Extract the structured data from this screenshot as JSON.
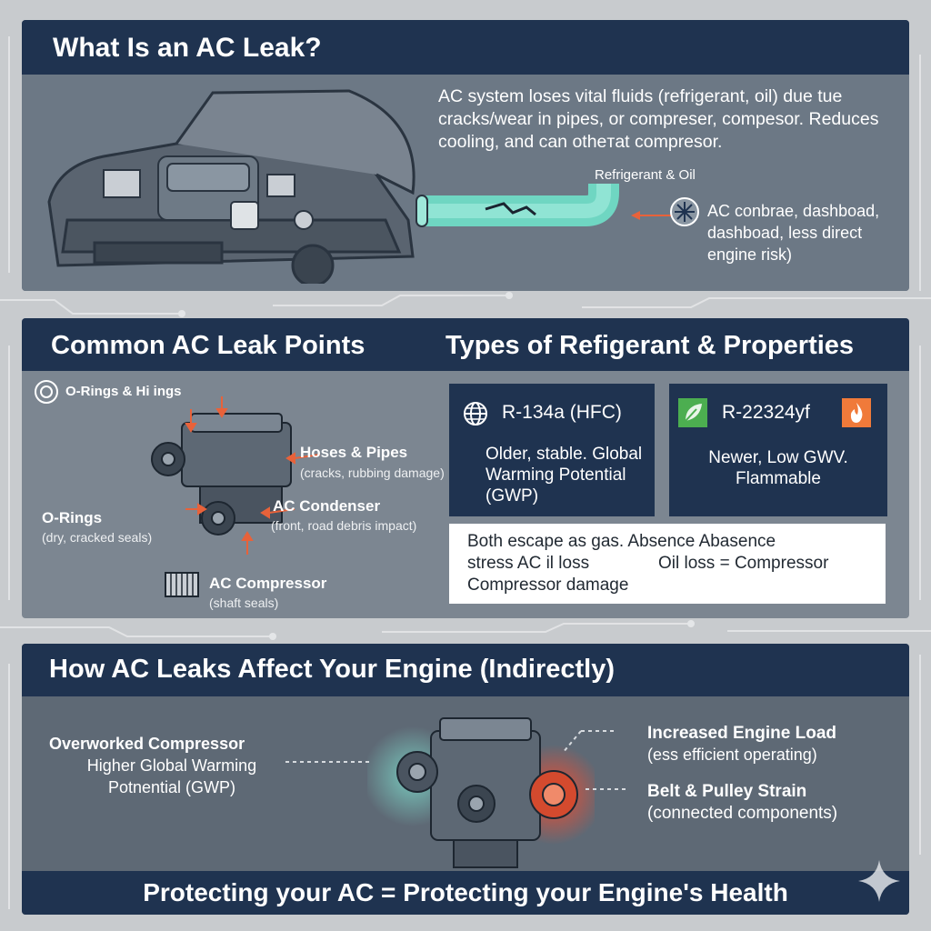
{
  "section1": {
    "title": "What Is an AC Leak?",
    "description": "AC system loses vital fluids (refrigerant, oil) due tue cracks/wear in pipes, or compreser, compesor. Reduces cooling, and can otheтat compresor.",
    "pipe_label": "Refrigerant & Oil",
    "side_note": "AC conbrae, dashboad, dashboad, less direct engine risk)"
  },
  "section2": {
    "title_left": "Common AC Leak Points",
    "title_right": "Types of Refigerant & Properties",
    "leak_points": [
      {
        "label": "O-Rings & Hi ings",
        "sub": ""
      },
      {
        "label": "Hoses & Pipes",
        "sub": "(cracks, rubbing damage)"
      },
      {
        "label": "AC Condenser",
        "sub": "(front, road debris impact)"
      },
      {
        "label": "O-Rings",
        "sub": "(dry, cracked seals)"
      },
      {
        "label": "AC Compressor",
        "sub": "(shaft seals)"
      }
    ],
    "refrigerants": [
      {
        "name": "R-134a (HFC)",
        "body": "Older, stable. Global Warming Potential (GWP)"
      },
      {
        "name": "R-22324yf",
        "body": "Newer, Low GWV. Flammable"
      }
    ],
    "note_lines": [
      "Both escape as gas. Absence  Abasence",
      "stress AC il loss",
      "Oil loss = Compressor",
      "Compressor damage"
    ]
  },
  "section3": {
    "title": "How AC Leaks Affect Your Engine (Indirectly)",
    "left_title": "Overworked Compressor",
    "left_body": "Higher Global Warming Potnential (GWP)",
    "effects": [
      {
        "label": "Increased Engine Load",
        "sub": "(ess efficient operating)"
      },
      {
        "label": "Belt & Pulley Strain",
        "sub": "(connected components)"
      }
    ],
    "footer": "Protecting your AC = Protecting your Engine's Health"
  },
  "colors": {
    "header_navy": "#1f3350",
    "accent_orange": "#e8623a",
    "pipe_teal": "#7fe0cf",
    "flame_orange": "#f07a3a",
    "leaf_green": "#4cae50"
  }
}
